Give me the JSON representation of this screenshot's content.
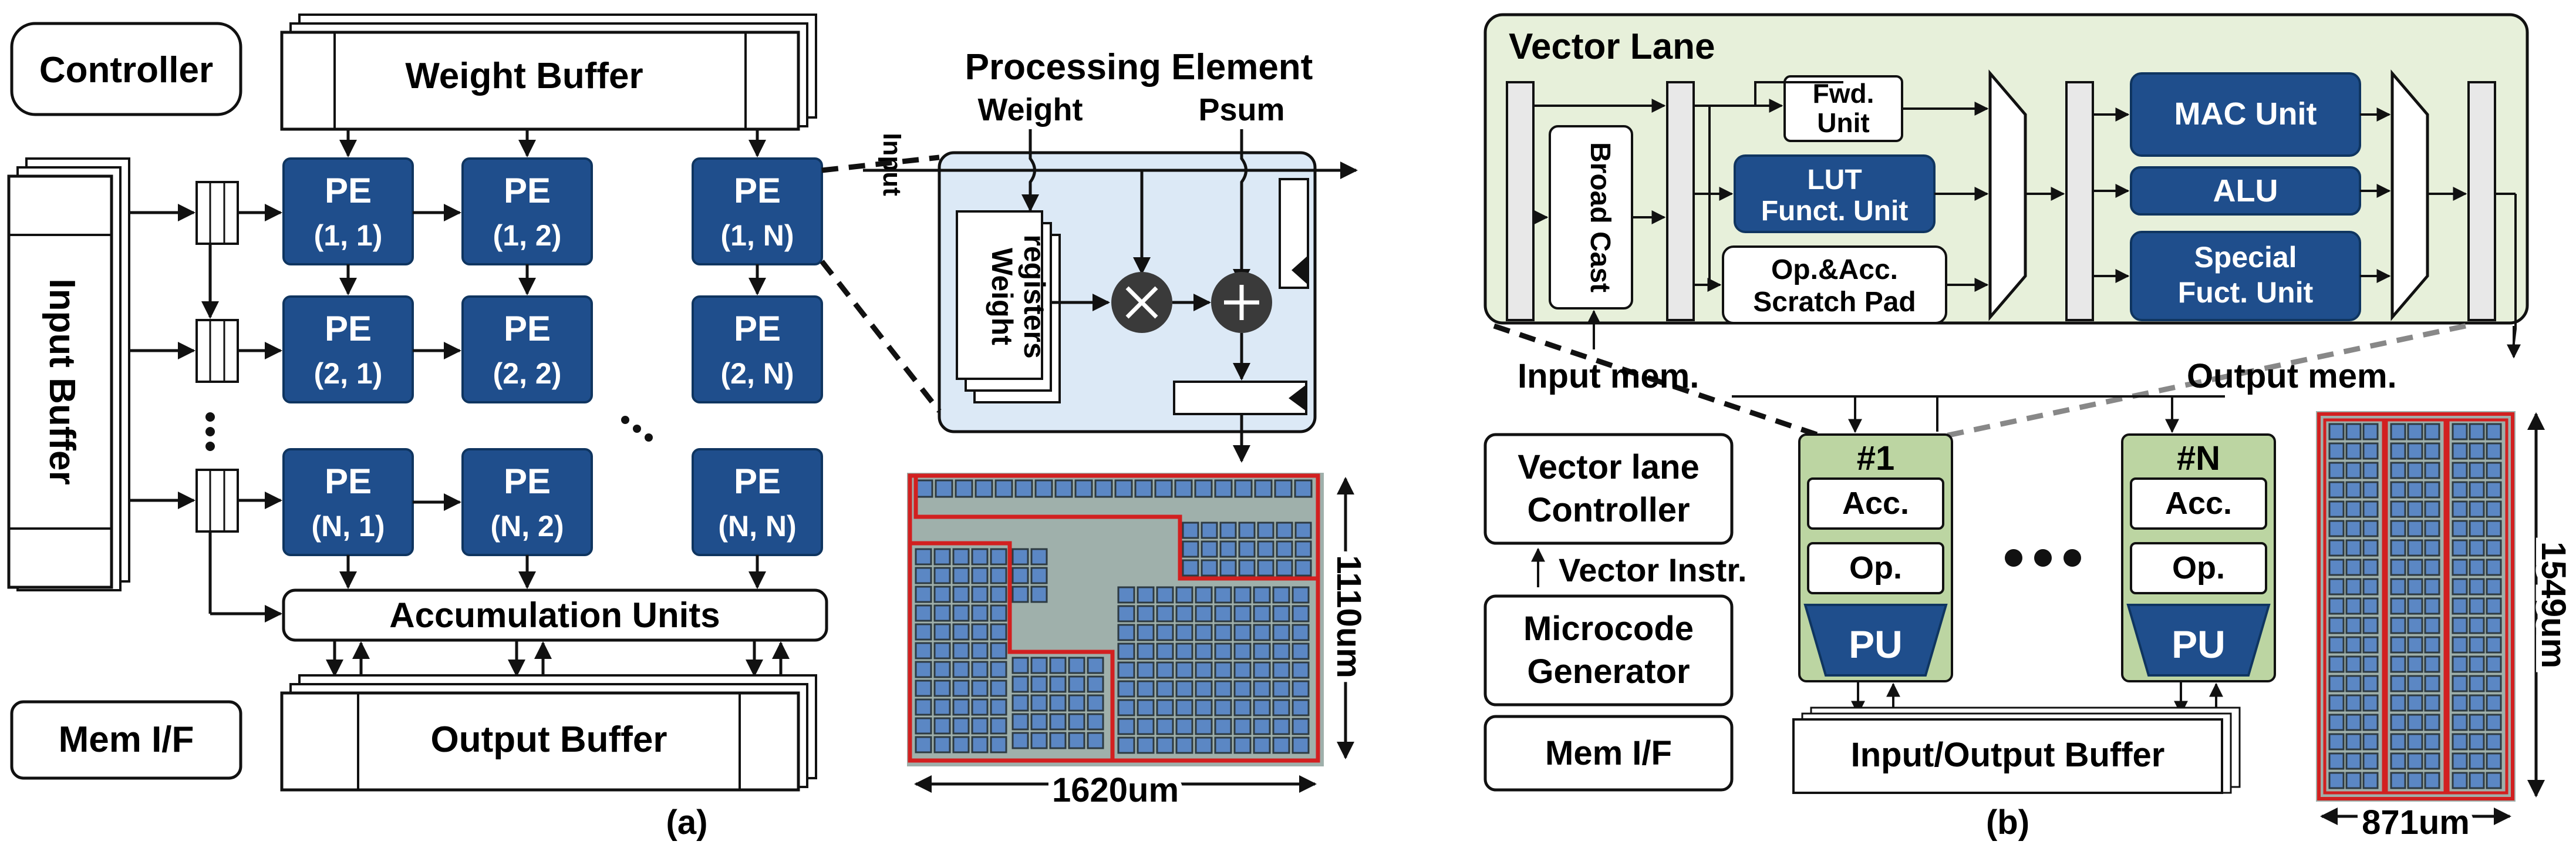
{
  "colors": {
    "pe_fill": "#1f4e8c",
    "pe_stroke": "#0f3560",
    "pe_text": "#ffffff",
    "line": "#111111",
    "pe_detail_bg": "#dce9f6",
    "vector_lane_bg": "#e7f0da",
    "pu_block_bg": "#bcd5a2",
    "die_red": "#d22020",
    "die_bg": "#9fb0ab",
    "die_cell": "#5b87c4",
    "die_cell_dark": "#2d3a42",
    "mux_fill": "#ffffff"
  },
  "panel_a": {
    "controller": "Controller",
    "weight_buffer": "Weight Buffer",
    "input_buffer": "Input Buffer",
    "pe_label": "PE",
    "pe_grid": [
      [
        "(1, 1)",
        "(1, 2)",
        "(1, N)"
      ],
      [
        "(2, 1)",
        "(2, 2)",
        "(2, N)"
      ],
      [
        "(N, 1)",
        "(N, 2)",
        "(N, N)"
      ]
    ],
    "accumulation_units": "Accumulation Units",
    "output_buffer": "Output Buffer",
    "mem_if": "Mem I/F",
    "processing_element": "Processing Element",
    "weight": "Weight",
    "psum": "Psum",
    "input": "Input",
    "weight_registers_line1": "Weight",
    "weight_registers_line2": "registers",
    "die_width": "1620um",
    "die_height": "1110um",
    "caption": "(a)"
  },
  "panel_b": {
    "vector_lane": "Vector Lane",
    "broadcast": "Broad Cast",
    "fwd_unit_line1": "Fwd.",
    "fwd_unit_line2": "Unit",
    "lut_unit_line1": "LUT",
    "lut_unit_line2": "Funct. Unit",
    "scratch_line1": "Op.&Acc.",
    "scratch_line2": "Scratch Pad",
    "mac_unit": "MAC Unit",
    "alu": "ALU",
    "special_line1": "Special",
    "special_line2": "Fuct. Unit",
    "input_mem": "Input mem.",
    "output_mem": "Output mem.",
    "vl_controller_line1": "Vector lane",
    "vl_controller_line2": "Controller",
    "vector_instr": "Vector Instr.",
    "microcode_line1": "Microcode",
    "microcode_line2": "Generator",
    "mem_if": "Mem I/F",
    "lane_first": "#1",
    "lane_last": "#N",
    "acc": "Acc.",
    "op": "Op.",
    "pu": "PU",
    "io_buffer": "Input/Output Buffer",
    "die_width": "871um",
    "die_height": "1549um",
    "caption": "(b)"
  }
}
